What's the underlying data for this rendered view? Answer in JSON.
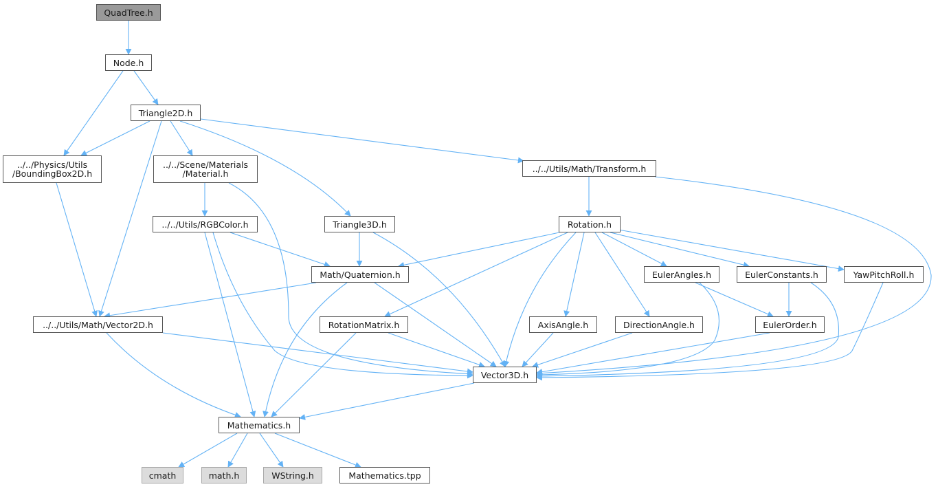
{
  "graph": {
    "edge_color": "#63b2f5",
    "root_fill": "#9a9a9a",
    "system_fill": "#dcdcdc",
    "nodes": {
      "quadtree": "QuadTree.h",
      "node": "Node.h",
      "triangle2d": "Triangle2D.h",
      "boundingbox2d": "../../Physics/Utils\n/BoundingBox2D.h",
      "material": "../../Scene/Materials\n/Material.h",
      "transform": "../../Utils/Math/Transform.h",
      "rgbcolor": "../../Utils/RGBColor.h",
      "triangle3d": "Triangle3D.h",
      "rotation": "Rotation.h",
      "quaternion": "Math/Quaternion.h",
      "eulerangles": "EulerAngles.h",
      "eulerconstants": "EulerConstants.h",
      "yawpitchroll": "YawPitchRoll.h",
      "vector2d": "../../Utils/Math/Vector2D.h",
      "rotationmatrix": "RotationMatrix.h",
      "axisangle": "AxisAngle.h",
      "directionangle": "DirectionAngle.h",
      "eulerorder": "EulerOrder.h",
      "vector3d": "Vector3D.h",
      "mathematics": "Mathematics.h",
      "cmath": "cmath",
      "math_h": "math.h",
      "wstring": "WString.h",
      "mathematics_tpp": "Mathematics.tpp"
    }
  }
}
